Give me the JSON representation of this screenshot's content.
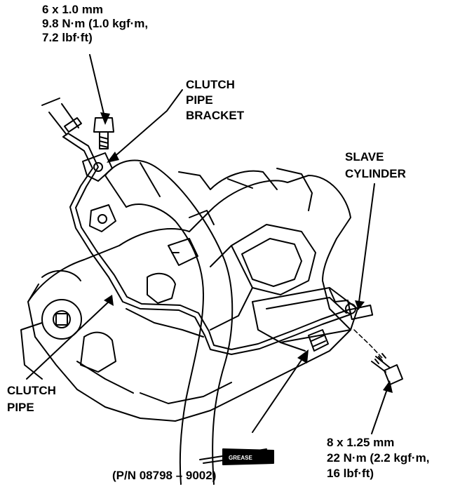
{
  "labels": {
    "top_bolt_spec": [
      "6 x 1.0 mm",
      "9.8 N·m (1.0 kgf·m,",
      "7.2 lbf·ft)"
    ],
    "clutch_pipe_bracket": [
      "CLUTCH",
      "PIPE",
      "BRACKET"
    ],
    "slave_cylinder": [
      "SLAVE",
      "CYLINDER"
    ],
    "clutch_pipe": [
      "CLUTCH",
      "PIPE"
    ],
    "bottom_bolt_spec": [
      "8 x 1.25 mm",
      "22 N·m (2.2 kgf·m,",
      "16 lbf·ft)"
    ],
    "grease_part_number": "(P/N 08798 – 9002)",
    "grease_tube_label": "GREASE"
  },
  "colors": {
    "ink": "#000000",
    "paper": "#ffffff"
  }
}
